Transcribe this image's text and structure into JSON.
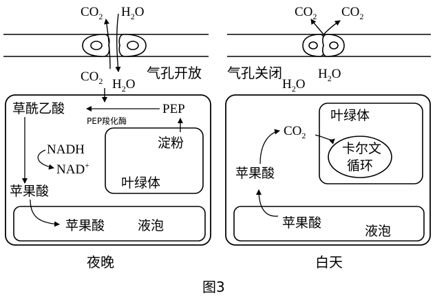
{
  "night": {
    "top_co2": "CO",
    "top_h2o": "H",
    "bottom_co2": "CO",
    "bottom_h2o": "H",
    "stomata_state": "气孔开放",
    "oxaloacetate": "草酰乙酸",
    "pep": "PEP",
    "enzyme": "PEP羧化酶",
    "starch": "淀粉",
    "nadh": "NADH",
    "nad": "NAD",
    "nad_sup": "+",
    "chloroplast": "叶绿体",
    "malate_cytosol": "苹果酸",
    "malate_vacuole": "苹果酸",
    "vacuole": "液泡",
    "caption": "夜晚"
  },
  "day": {
    "top_co2_left": "CO",
    "top_co2_right": "CO",
    "stomata_state": "气孔关闭",
    "bottom_h2o_left": "H",
    "bottom_h2o_right": "H",
    "chloroplast": "叶绿体",
    "co2_inner": "CO",
    "calvin_line1": "卡尔文",
    "calvin_line2": "循环",
    "malate_cytosol": "苹果酸",
    "malate_vacuole": "苹果酸",
    "vacuole": "液泡",
    "caption": "白天"
  },
  "subscript_2": "2",
  "o_letter": "O",
  "figure_caption": "图3"
}
